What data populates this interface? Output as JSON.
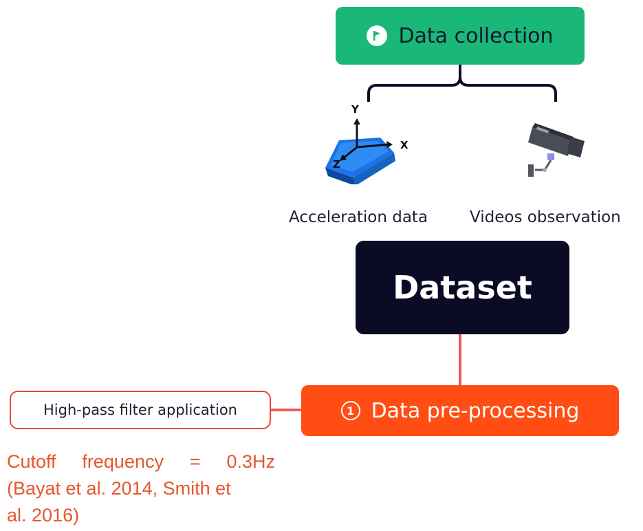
{
  "nodes": {
    "data_collection": {
      "label": "Data collection",
      "icon": "flag-icon",
      "color": "#19b879"
    },
    "dataset": {
      "label": "Dataset",
      "color": "#0c0b26"
    },
    "preprocessing": {
      "label": "Data pre-processing",
      "icon": "number-one-icon",
      "icon_text": "1",
      "color": "#ff4d14"
    },
    "filter": {
      "label": "High-pass filter application",
      "border_color": "#e8473c"
    }
  },
  "leaves": {
    "acceleration": {
      "label": "Acceleration data",
      "icon": "accelerometer-axes-icon",
      "axes": [
        "Y",
        "X",
        "Z"
      ]
    },
    "video": {
      "label": "Videos observation",
      "icon": "video-camera-icon"
    }
  },
  "note": {
    "line1_parts": [
      "Cutoff",
      "frequency",
      "=",
      "0.3Hz"
    ],
    "line2": "(Bayat et al. 2014, Smith et",
    "line3": "al. 2016)",
    "color": "#e8552d"
  },
  "connector_colors": {
    "tree": "#0d0d2b",
    "link": "#f05a5a"
  }
}
